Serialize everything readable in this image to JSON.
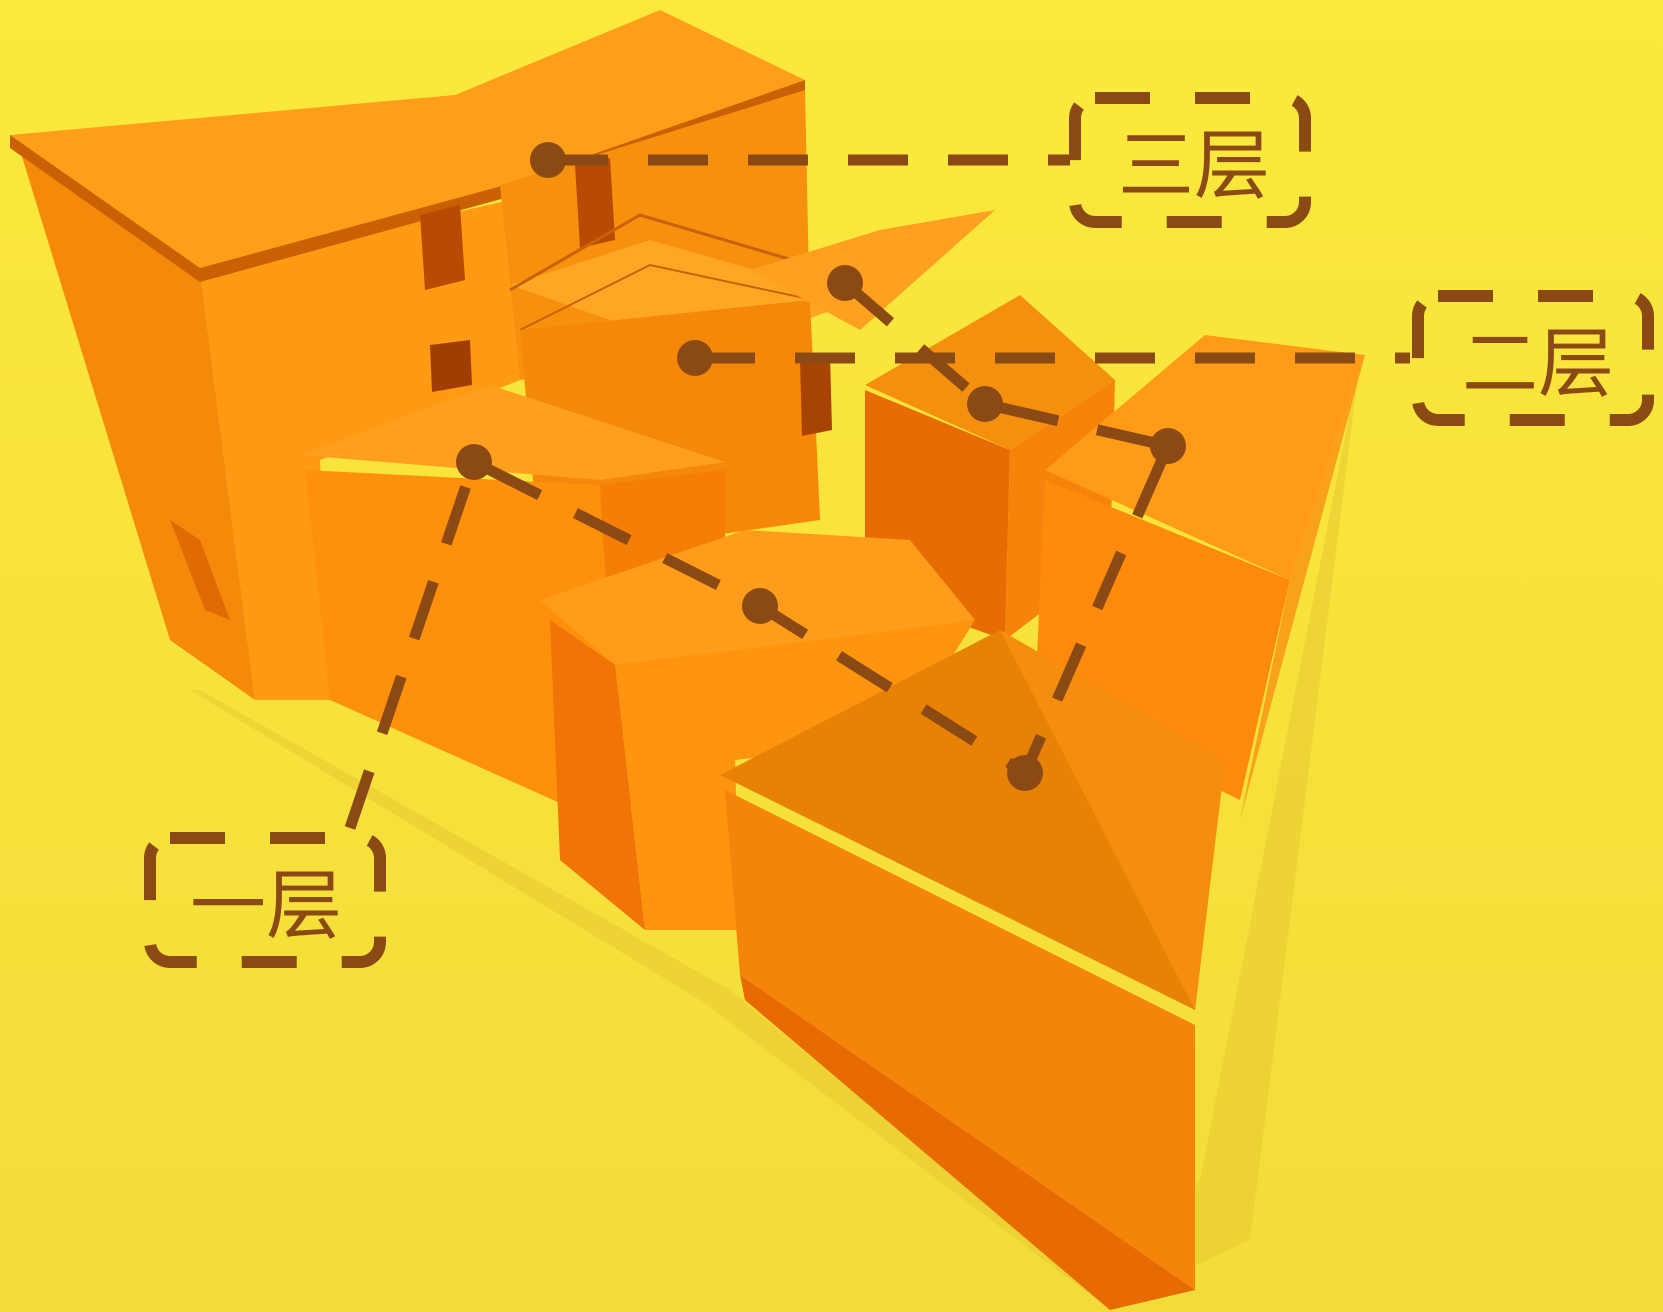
{
  "colors": {
    "background": "#f7e63a",
    "building_light": "#ff9a10",
    "building_mid": "#f07a06",
    "building_dark": "#d85e02",
    "annotation": "#8b4a14"
  },
  "labels": {
    "floor3": "三层",
    "floor2": "二层",
    "floor1": "一层"
  }
}
